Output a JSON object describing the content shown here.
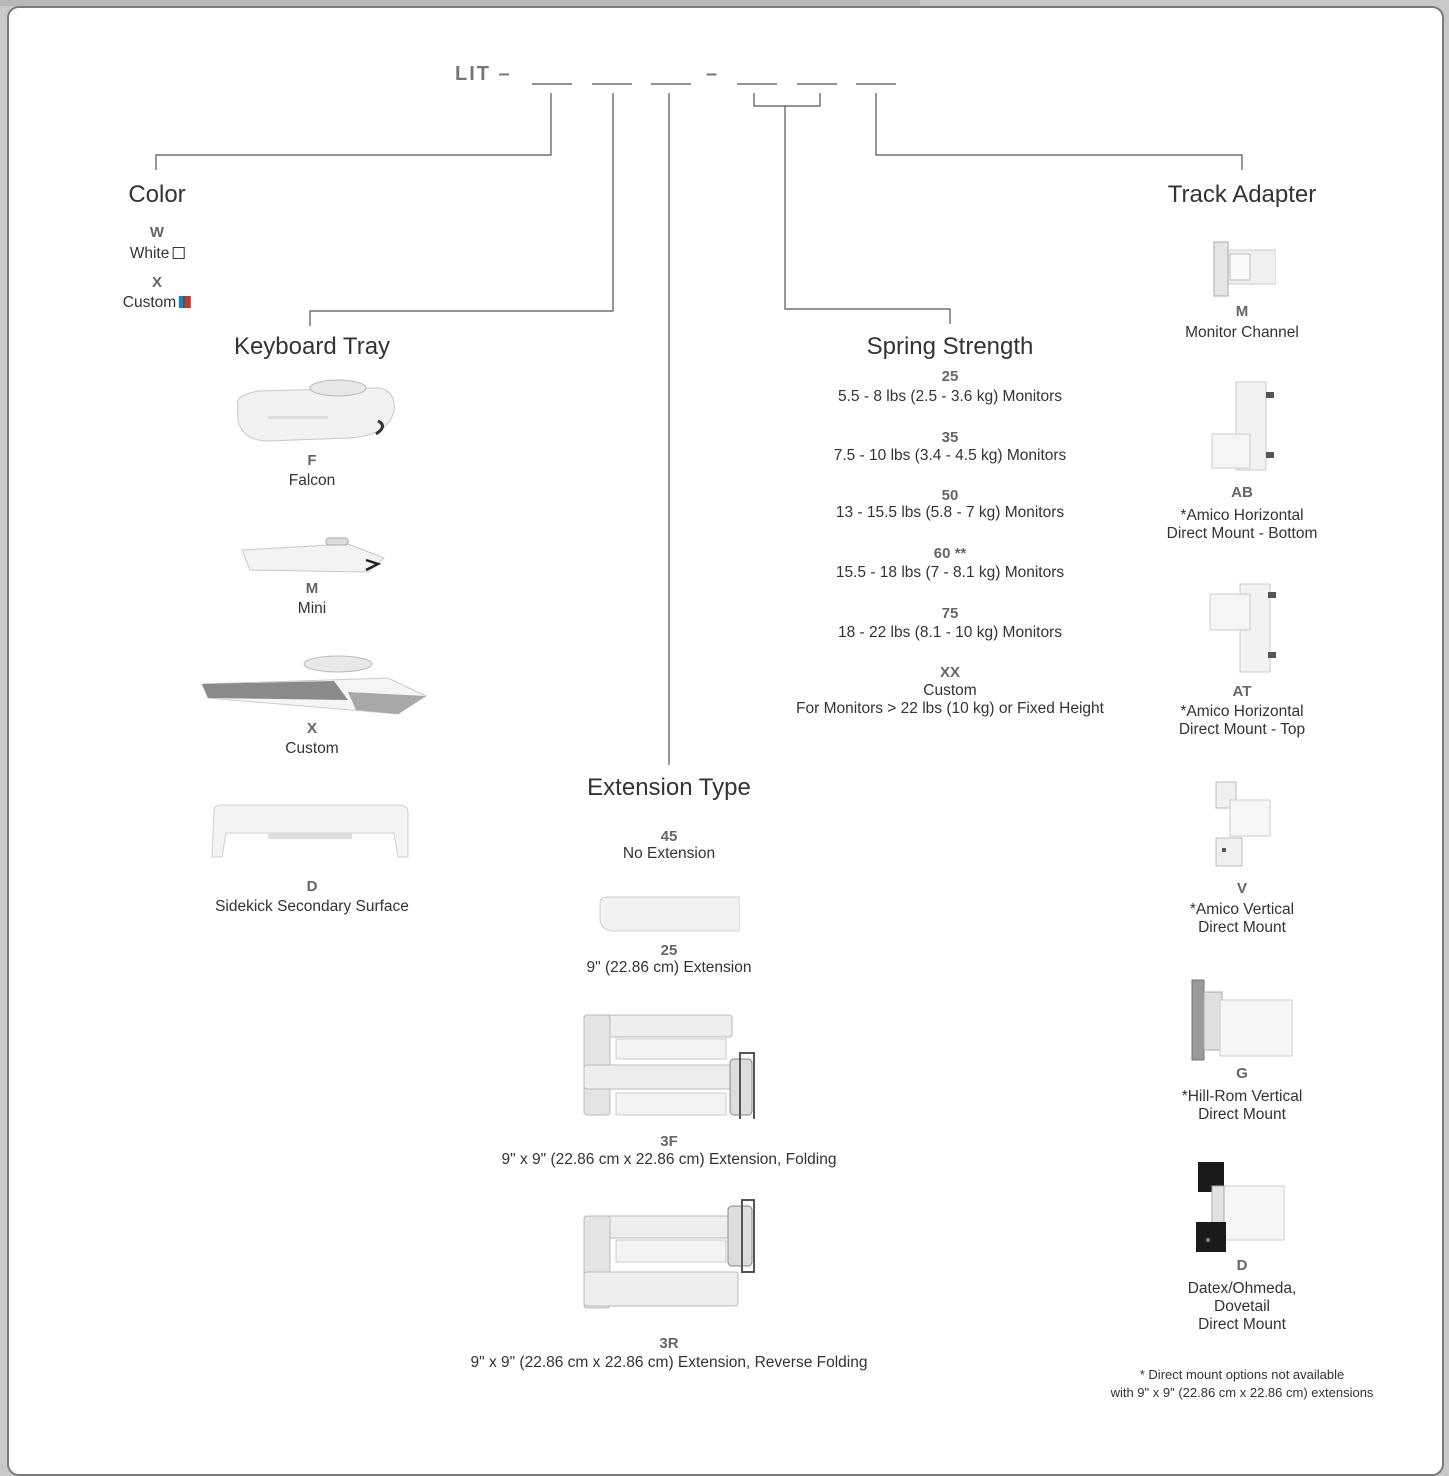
{
  "part_number": {
    "prefix": "LIT –",
    "separator": "–"
  },
  "color": {
    "title": "Color",
    "options": [
      {
        "code": "W",
        "label": "White",
        "swatch": "#ffffff"
      },
      {
        "code": "X",
        "label": "Custom",
        "swatch": "#c0392b"
      }
    ]
  },
  "keyboard_tray": {
    "title": "Keyboard Tray",
    "options": [
      {
        "code": "F",
        "label": "Falcon"
      },
      {
        "code": "M",
        "label": "Mini"
      },
      {
        "code": "X",
        "label": "Custom"
      },
      {
        "code": "D",
        "label": "Sidekick Secondary Surface"
      }
    ]
  },
  "extension_type": {
    "title": "Extension Type",
    "options": [
      {
        "code": "45",
        "label": "No Extension"
      },
      {
        "code": "25",
        "label": "9\" (22.86 cm) Extension"
      },
      {
        "code": "3F",
        "label": "9\" x 9\" (22.86 cm x 22.86 cm) Extension, Folding"
      },
      {
        "code": "3R",
        "label": "9\" x 9\" (22.86 cm x 22.86 cm) Extension, Reverse Folding"
      }
    ]
  },
  "spring_strength": {
    "title": "Spring Strength",
    "options": [
      {
        "code": "25",
        "label": "5.5 - 8 lbs (2.5 - 3.6 kg) Monitors"
      },
      {
        "code": "35",
        "label": "7.5 - 10 lbs (3.4 - 4.5 kg) Monitors"
      },
      {
        "code": "50",
        "label": "13 - 15.5 lbs (5.8 - 7 kg) Monitors"
      },
      {
        "code": "60 **",
        "label": "15.5 - 18 lbs (7 - 8.1 kg) Monitors"
      },
      {
        "code": "75",
        "label": "18 - 22 lbs (8.1 - 10 kg) Monitors"
      },
      {
        "code": "XX",
        "label": "Custom",
        "label2": "For Monitors > 22 lbs (10 kg) or Fixed Height"
      }
    ]
  },
  "track_adapter": {
    "title": "Track Adapter",
    "options": [
      {
        "code": "M",
        "label": "Monitor Channel"
      },
      {
        "code": "AB",
        "label": "*Amico Horizontal",
        "label2": "Direct Mount - Bottom"
      },
      {
        "code": "AT",
        "label": "*Amico Horizontal",
        "label2": "Direct Mount - Top"
      },
      {
        "code": "V",
        "label": "*Amico Vertical",
        "label2": "Direct Mount"
      },
      {
        "code": "G",
        "label": "*Hill-Rom Vertical",
        "label2": "Direct Mount"
      },
      {
        "code": "D",
        "label": "Datex/Ohmeda,",
        "label2": "Dovetail",
        "label3": "Direct Mount"
      }
    ],
    "footnote_1": "* Direct mount options not available",
    "footnote_2": "with 9\" x 9\" (22.86 cm x 22.86 cm) extensions"
  }
}
